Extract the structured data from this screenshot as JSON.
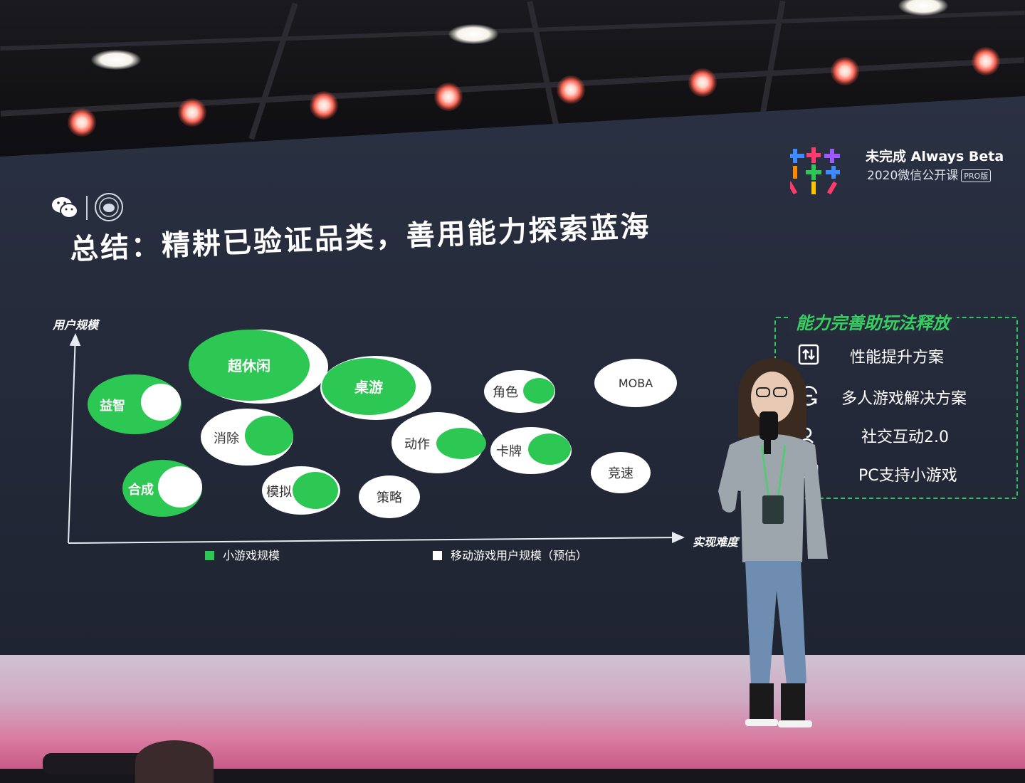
{
  "brand": {
    "title": "未完成  Always Beta",
    "subtitle": "2020微信公开课",
    "edition": "PRO版"
  },
  "slide": {
    "title": "总结：精耕已验证品类，善用能力探索蓝海",
    "y_axis_label": "用户规模",
    "x_axis_label": "实现难度",
    "legend": [
      {
        "label": "小游戏规模",
        "color": "#2dc853"
      },
      {
        "label": "移动游戏用户规模（预估）",
        "color": "#ffffff"
      }
    ],
    "categories": [
      "超休闲",
      "益智",
      "桌游",
      "消除",
      "角色",
      "MOBA",
      "动作",
      "卡牌",
      "合成",
      "模拟",
      "策略",
      "竞速"
    ],
    "panel": {
      "title": "能力完善助玩法释放",
      "features": [
        {
          "icon": "performance-icon",
          "label": "性能提升方案"
        },
        {
          "icon": "multiplayer-icon",
          "label": "多人游戏解决方案"
        },
        {
          "icon": "social-icon",
          "label": "社交互动2.0"
        },
        {
          "icon": "pc-icon",
          "label": "PC支持小游戏"
        }
      ]
    }
  },
  "colors": {
    "green": "#2dc853",
    "screen": "#262c3c",
    "panel_border": "#2fc558"
  }
}
